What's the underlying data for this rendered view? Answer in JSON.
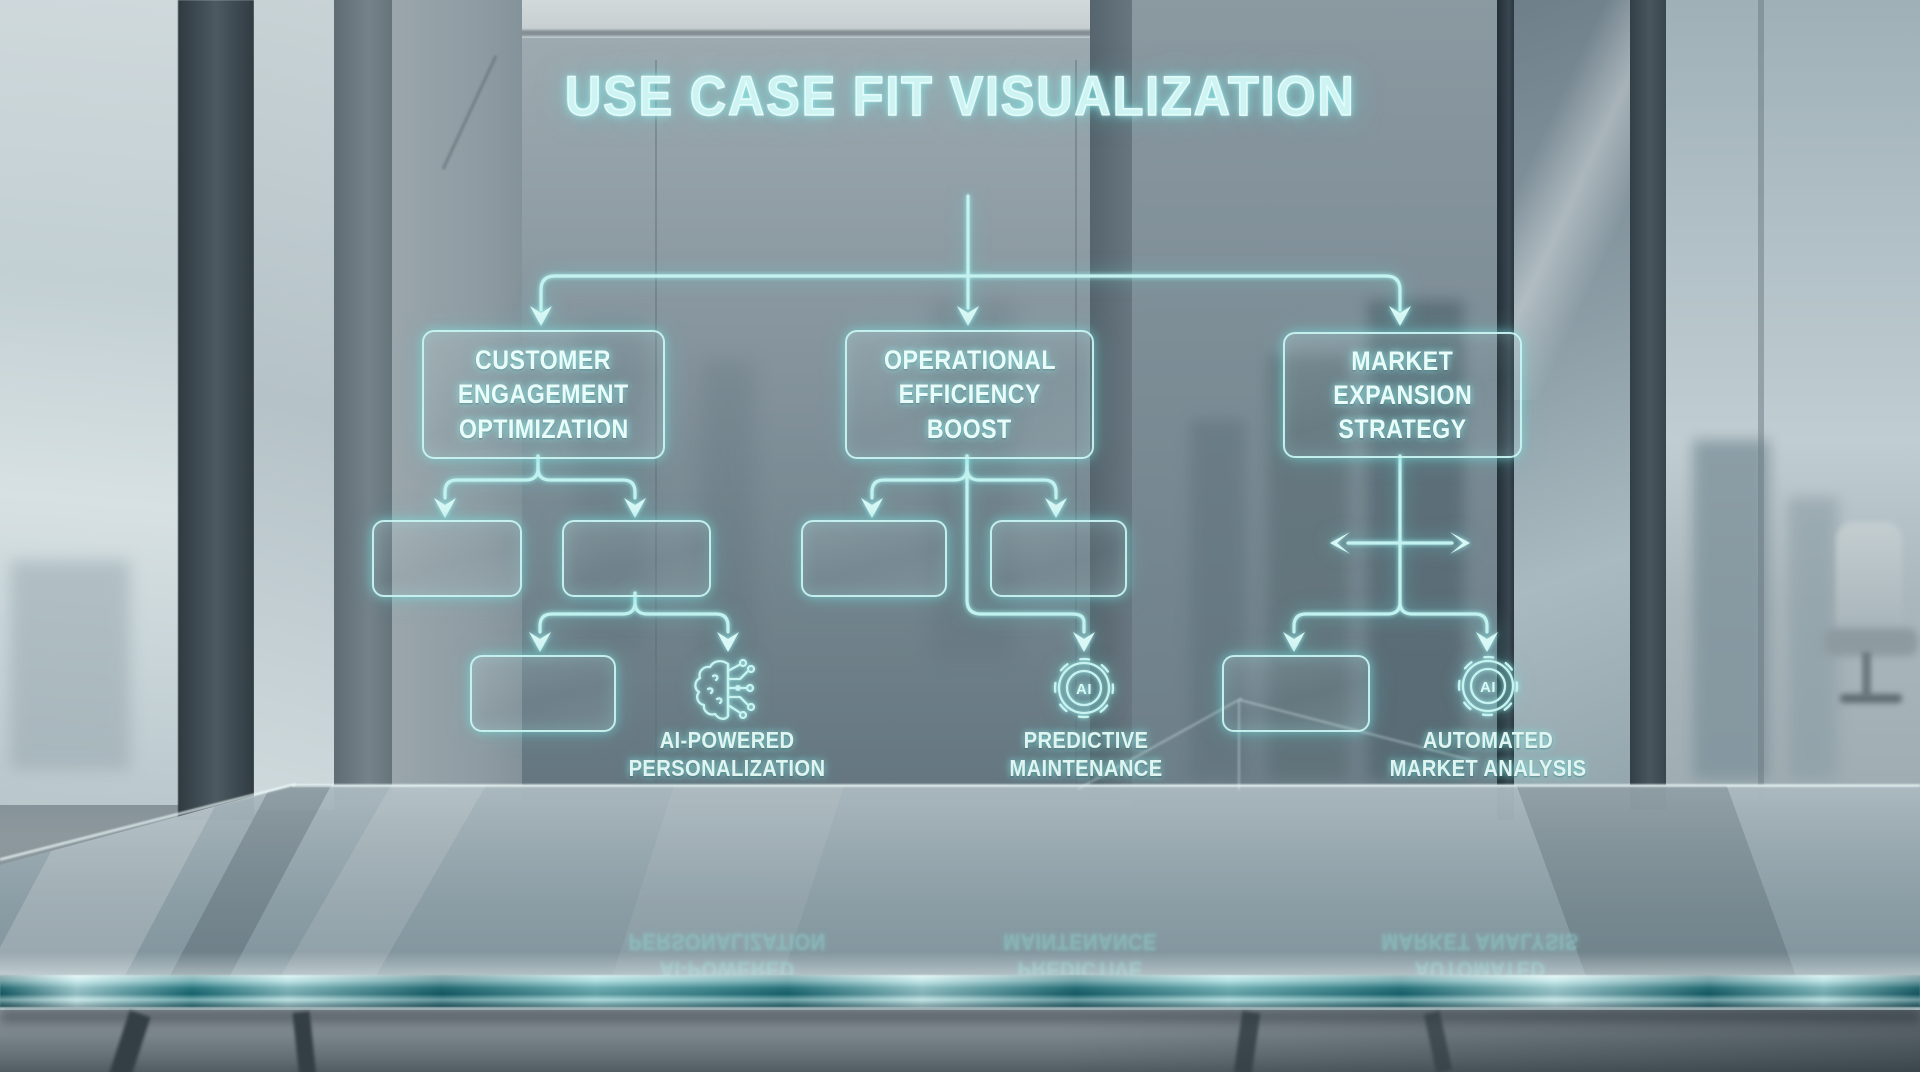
{
  "title": "USE CASE FIT VISUALIZATION",
  "theme": {
    "accent": "#9FEDEA",
    "glow": "#66D9D6",
    "text": "#E9FBF9"
  },
  "nodes": {
    "customer": {
      "lines": [
        "CUSTOMER",
        "ENGAGEMENT",
        "OPTIMIZATION"
      ]
    },
    "operational": {
      "lines": [
        "OPERATIONAL",
        "EFFICIENCY",
        "BOOST"
      ]
    },
    "market": {
      "lines": [
        "MARKET",
        "EXPANSION",
        "STRATEGY"
      ]
    }
  },
  "leaves": {
    "personalization": {
      "icon": "brain-circuit",
      "lines": [
        "AI-POWERED",
        "PERSONALIZATION"
      ]
    },
    "maintenance": {
      "icon": "gear-ai",
      "lines": [
        "PREDICTIVE",
        "MAINTENANCE"
      ]
    },
    "analysis": {
      "icon": "gear-ai",
      "lines": [
        "AUTOMATED",
        "MARKET ANALYSIS"
      ]
    }
  },
  "icons": {
    "ai_badge": "AI"
  }
}
